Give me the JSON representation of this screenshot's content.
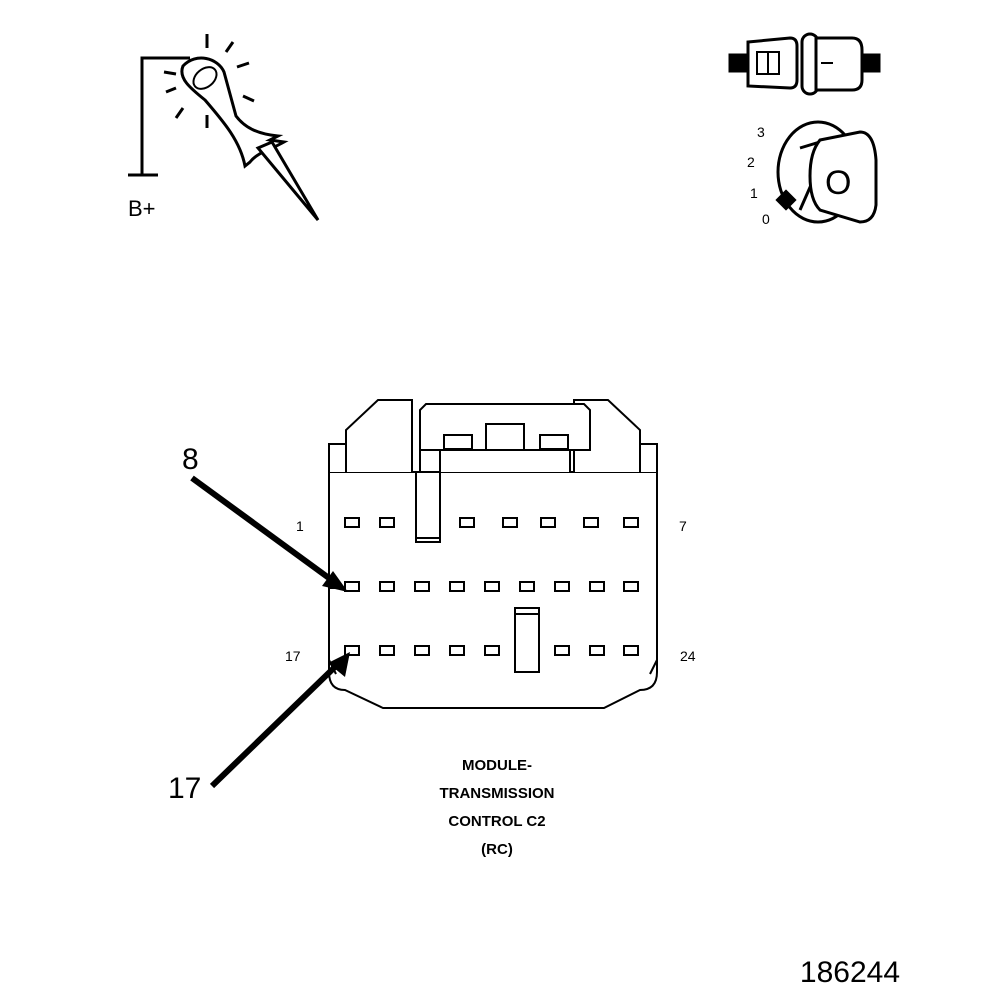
{
  "probe": {
    "supply_label": "B+"
  },
  "ignition": {
    "positions": [
      "3",
      "2",
      "1",
      "0"
    ],
    "key_letter": "O"
  },
  "connector": {
    "pin_first_top": "1",
    "pin_last_top": "7",
    "pin_first_bottom": "17",
    "pin_last_bottom": "24",
    "callout_upper": "8",
    "callout_lower": "17"
  },
  "caption": [
    "MODULE-",
    "TRANSMISSION",
    "CONTROL C2",
    "(RC)"
  ],
  "figure_number": "186244"
}
